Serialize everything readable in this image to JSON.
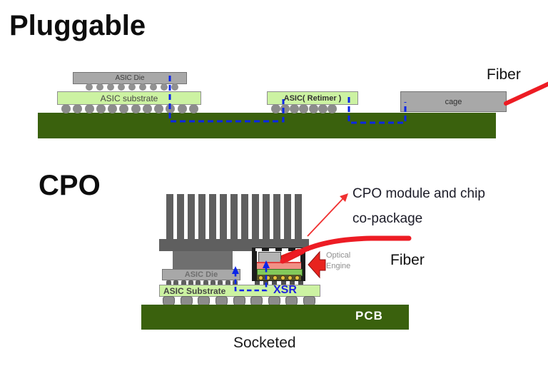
{
  "pluggable": {
    "title": "Pluggable",
    "asic_die_label": "ASIC Die",
    "substrate_label": "ASIC substrate",
    "retimer_label": "ASIC( Retimer )",
    "cage_label": "cage",
    "fiber_label": "Fiber",
    "die_bump_count": 9,
    "substrate_ball_count": 12,
    "retimer_ball_count": 7
  },
  "cpo": {
    "title": "CPO",
    "asic_die_label": "ASIC Die",
    "substrate_label": "ASIC Substrate",
    "xsr_label": "XSR",
    "pcb_label": "PCB",
    "socketed_label": "Socketed",
    "fiber_label": "Fiber",
    "optical_engine_label_line1": "Optical",
    "optical_engine_label_line2": "Engine",
    "annotation_line1": "CPO module and chip",
    "annotation_line2": "co-package",
    "heatsink_fin_count": 13,
    "die_bump_count": 10,
    "socket_ball_count": 9,
    "module_top_dash_count": 4,
    "module_dot_count": 6,
    "module_bump_count": 6
  },
  "colors": {
    "substrate_green": "#ccf2a2",
    "pcb_green": "#3a610d",
    "chip_gray": "#a8a8a8",
    "heatsink_gray": "#5f5f5f",
    "signal_blue": "#0a25e8",
    "fiber_red": "#ed1c24",
    "annotation_red": "#f03030",
    "optical_engine_arrow_red": "#e8231e",
    "xsr_blue": "#2020e0",
    "module_black": "#1c1c1c",
    "optical_layer_salmon": "#f19086",
    "pic_layer_green": "#83c95b",
    "solder_dot_yellow": "#e6c23c",
    "ball_gray": "#8c8c8c"
  }
}
